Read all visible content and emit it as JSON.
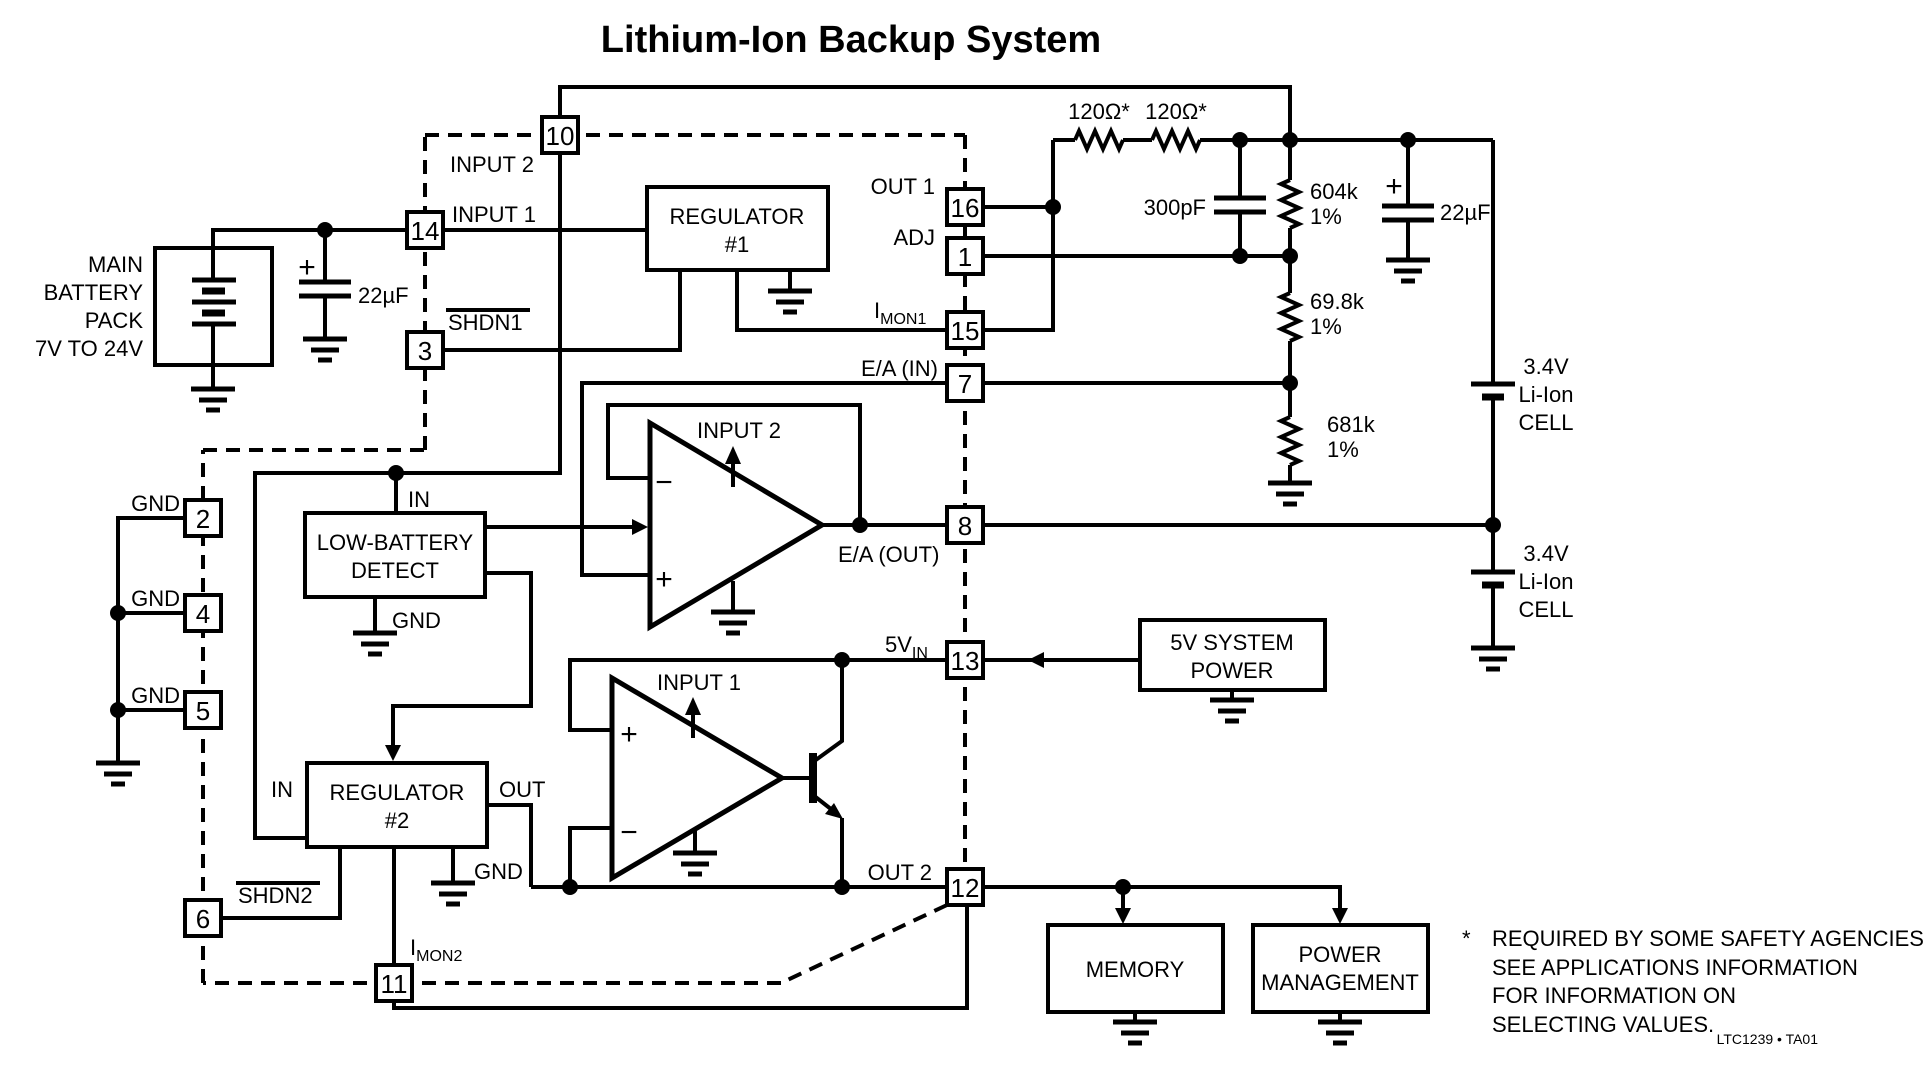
{
  "title": "Lithium-Ion Backup System",
  "doc_id": "LTC1239 • TA01",
  "battery": {
    "l1": "MAIN",
    "l2": "BATTERY",
    "l3": "PACK",
    "l4": "7V TO 24V"
  },
  "blocks": {
    "reg1_l1": "REGULATOR",
    "reg1_l2": "#1",
    "reg2_l1": "REGULATOR",
    "reg2_l2": "#2",
    "lbd_l1": "LOW-BATTERY",
    "lbd_l2": "DETECT",
    "pwr5_l1": "5V SYSTEM",
    "pwr5_l2": "POWER",
    "memory": "MEMORY",
    "pm_l1": "POWER",
    "pm_l2": "MANAGEMENT"
  },
  "pins": {
    "p1": "1",
    "p2": "2",
    "p3": "3",
    "p4": "4",
    "p5": "5",
    "p6": "6",
    "p7": "7",
    "p8": "8",
    "p10": "10",
    "p11": "11",
    "p12": "12",
    "p13": "13",
    "p14": "14",
    "p15": "15",
    "p16": "16"
  },
  "pin_labels": {
    "input1": "INPUT 1",
    "input2": "INPUT 2",
    "shdn1": "SHDN1",
    "shdn2": "SHDN2",
    "out1": "OUT 1",
    "adj": "ADJ",
    "ea_in": "E/A (IN)",
    "ea_out": "E/A (OUT)",
    "out2": "OUT 2",
    "gnd": "GND",
    "in": "IN",
    "out": "OUT",
    "imon_i": "I",
    "imon1_sub": "MON1",
    "imon2_sub": "MON2",
    "v5": "5V",
    "v5_sub": "IN"
  },
  "amps": {
    "amp1": "INPUT 1",
    "amp2": "INPUT 2"
  },
  "components": {
    "cap_in": "22µF",
    "cap_out": "22µF",
    "cap_comp": "300pF",
    "res_safety1": "120Ω*",
    "res_safety2": "120Ω*",
    "res_fb_top": "604k",
    "res_fb_top_tol": "1%",
    "res_fb_mid": "69.8k",
    "res_fb_mid_tol": "1%",
    "res_fb_bot": "681k",
    "res_fb_bot_tol": "1%"
  },
  "cell1": {
    "v": "3.4V",
    "chem": "Li-Ion",
    "name": "CELL"
  },
  "cell2": {
    "v": "3.4V",
    "chem": "Li-Ion",
    "name": "CELL"
  },
  "symbols": {
    "plus": "+",
    "minus": "−"
  },
  "note": {
    "star": "*",
    "l1": "REQUIRED BY SOME SAFETY AGENCIES",
    "l2": "SEE APPLICATIONS INFORMATION",
    "l3": "FOR INFORMATION ON",
    "l4": "SELECTING VALUES."
  }
}
